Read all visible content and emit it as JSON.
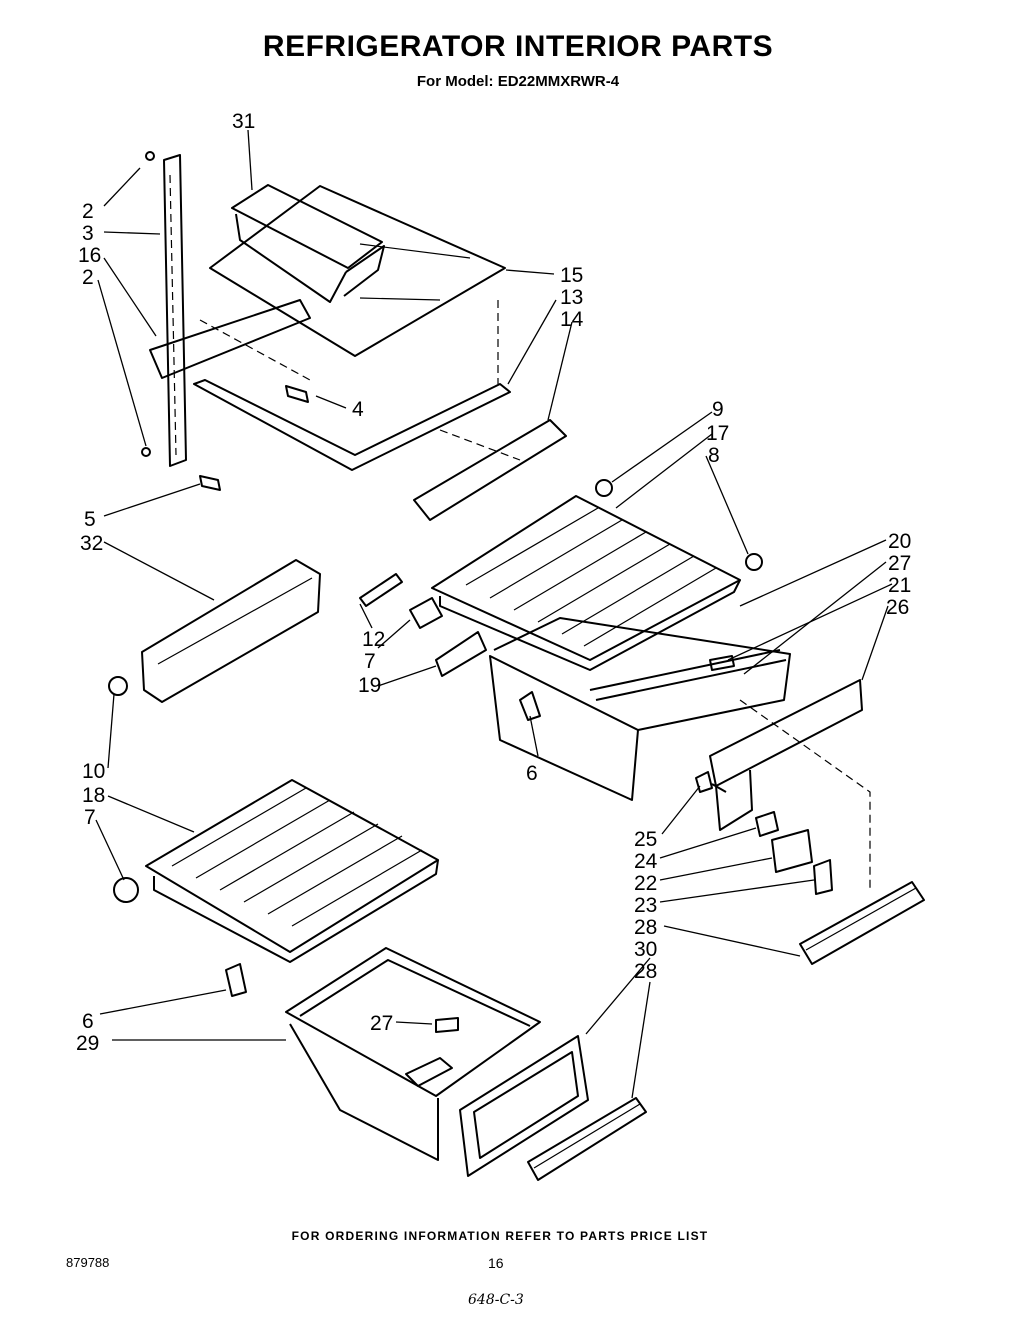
{
  "title": "REFRIGERATOR INTERIOR PARTS",
  "model_line": "For Model: ED22MMXRWR-4",
  "footer_note": "FOR ORDERING INFORMATION REFER TO PARTS PRICE LIST",
  "doc_code": "879788",
  "page_number": "16",
  "handwritten": "648-C-3",
  "callouts": {
    "c31": "31",
    "c2a": "2",
    "c3": "3",
    "c16": "16",
    "c2b": "2",
    "c15": "15",
    "c13": "13",
    "c14": "14",
    "c4": "4",
    "c5": "5",
    "c32": "32",
    "c12": "12",
    "c7a": "7",
    "c19": "19",
    "c9": "9",
    "c17": "17",
    "c8": "8",
    "c20": "20",
    "c27a": "27",
    "c21": "21",
    "c26": "26",
    "c6a": "6",
    "c10": "10",
    "c18": "18",
    "c7b": "7",
    "c25": "25",
    "c24": "24",
    "c22": "22",
    "c23": "23",
    "c28a": "28",
    "c30": "30",
    "c28b": "28",
    "c6b": "6",
    "c29": "29",
    "c27b": "27"
  }
}
